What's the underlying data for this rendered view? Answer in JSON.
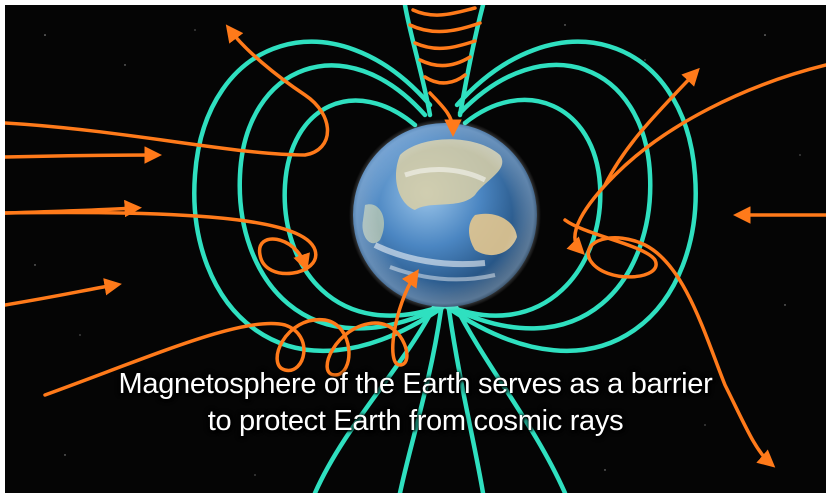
{
  "image": {
    "subject": "magnetosphere-illustration",
    "caption_lines": [
      "Magnetosphere of the Earth serves as a barrier",
      "to protect Earth from cosmic rays"
    ],
    "colors": {
      "background": "#050505",
      "field_lines": "#2fe0c0",
      "cosmic_rays": "#ff7a1a",
      "caption_text": "#ffffff",
      "ocean": "#3f7fc0",
      "land": "#e8d9a8"
    }
  }
}
